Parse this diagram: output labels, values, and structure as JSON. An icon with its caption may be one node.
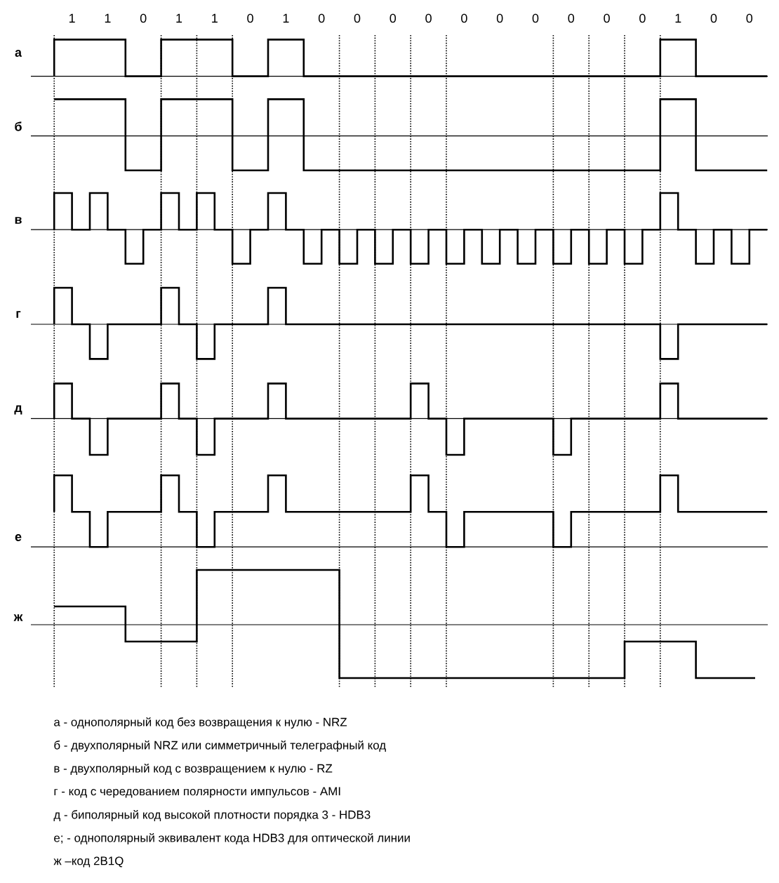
{
  "diagram": {
    "labels": [
      "1",
      "1",
      "0",
      "1",
      "1",
      "0",
      "1",
      "0",
      "0",
      "0",
      "0",
      "0",
      "0",
      "0",
      "0",
      "0",
      "0",
      "1",
      "0",
      "0",
      "а",
      "б",
      "в",
      "г",
      "д",
      "е",
      "ж",
      "а - однополярный код без возвращения к нулю - NRZ",
      "б - двухполярный NRZ или симметричный телеграфный код",
      "в - двухполярный код с возвращением к нулю - RZ",
      "г - код с чередованием полярности импульсов - AMI",
      "д - биполярный код высокой плотности порядка 3 - HDB3",
      "е; - однополярный эквивалент кода HDB3 для оптической линии",
      "ж –код 2B1Q"
    ]
  }
}
